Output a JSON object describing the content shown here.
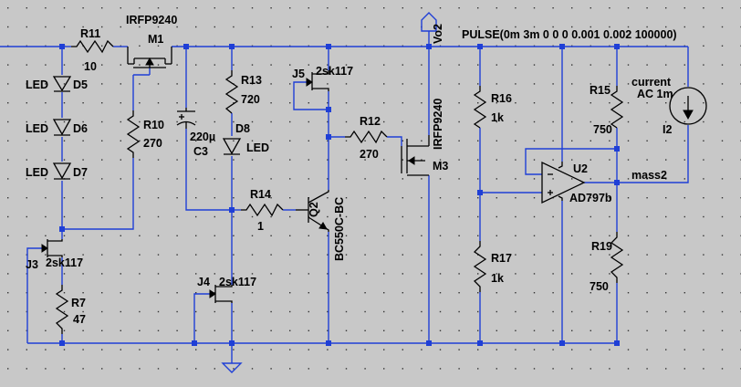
{
  "labels": {
    "r11": "R11",
    "r11_val": "10",
    "m1_model": "IRFP9240",
    "m1": "M1",
    "vo2": "Vo2",
    "pulse": "PULSE(0m 3m 0 0 0 0.001 0.002 100000)",
    "led_d5": "LED",
    "d5": "D5",
    "led_d6": "LED",
    "d6": "D6",
    "led_d7": "LED",
    "d7": "D7",
    "r13": "R13",
    "r13_val": "720",
    "j5": "J5",
    "j5_model": "2sk117",
    "r10": "R10",
    "r10_val": "270",
    "c3_val": "220µ",
    "c3": "C3",
    "d8": "D8",
    "led_d8": "LED",
    "r12": "R12",
    "r12_val": "270",
    "m3_model": "IRFP9240",
    "m3": "M3",
    "r16": "R16",
    "r16_val": "1k",
    "r15": "R15",
    "r15_val": "750",
    "current": "current",
    "ac": "AC 1m",
    "i2": "I2",
    "u2": "U2",
    "u2_model": "AD797b",
    "mass2": "mass2",
    "r14": "R14",
    "r14_val": "1",
    "q2": "Q2",
    "q2_model": "BC550C-BC",
    "j3": "J3",
    "j3_model": "2sk117",
    "r7": "R7",
    "r7_val": "47",
    "j4": "J4",
    "j4_model": "2sk117",
    "r17": "R17",
    "r17_val": "1k",
    "r19": "R19",
    "r19_val": "750"
  },
  "colors": {
    "background": "#c8c8c8",
    "wire": "#1f3fd6",
    "component": "#000000",
    "grid": "#000000"
  }
}
